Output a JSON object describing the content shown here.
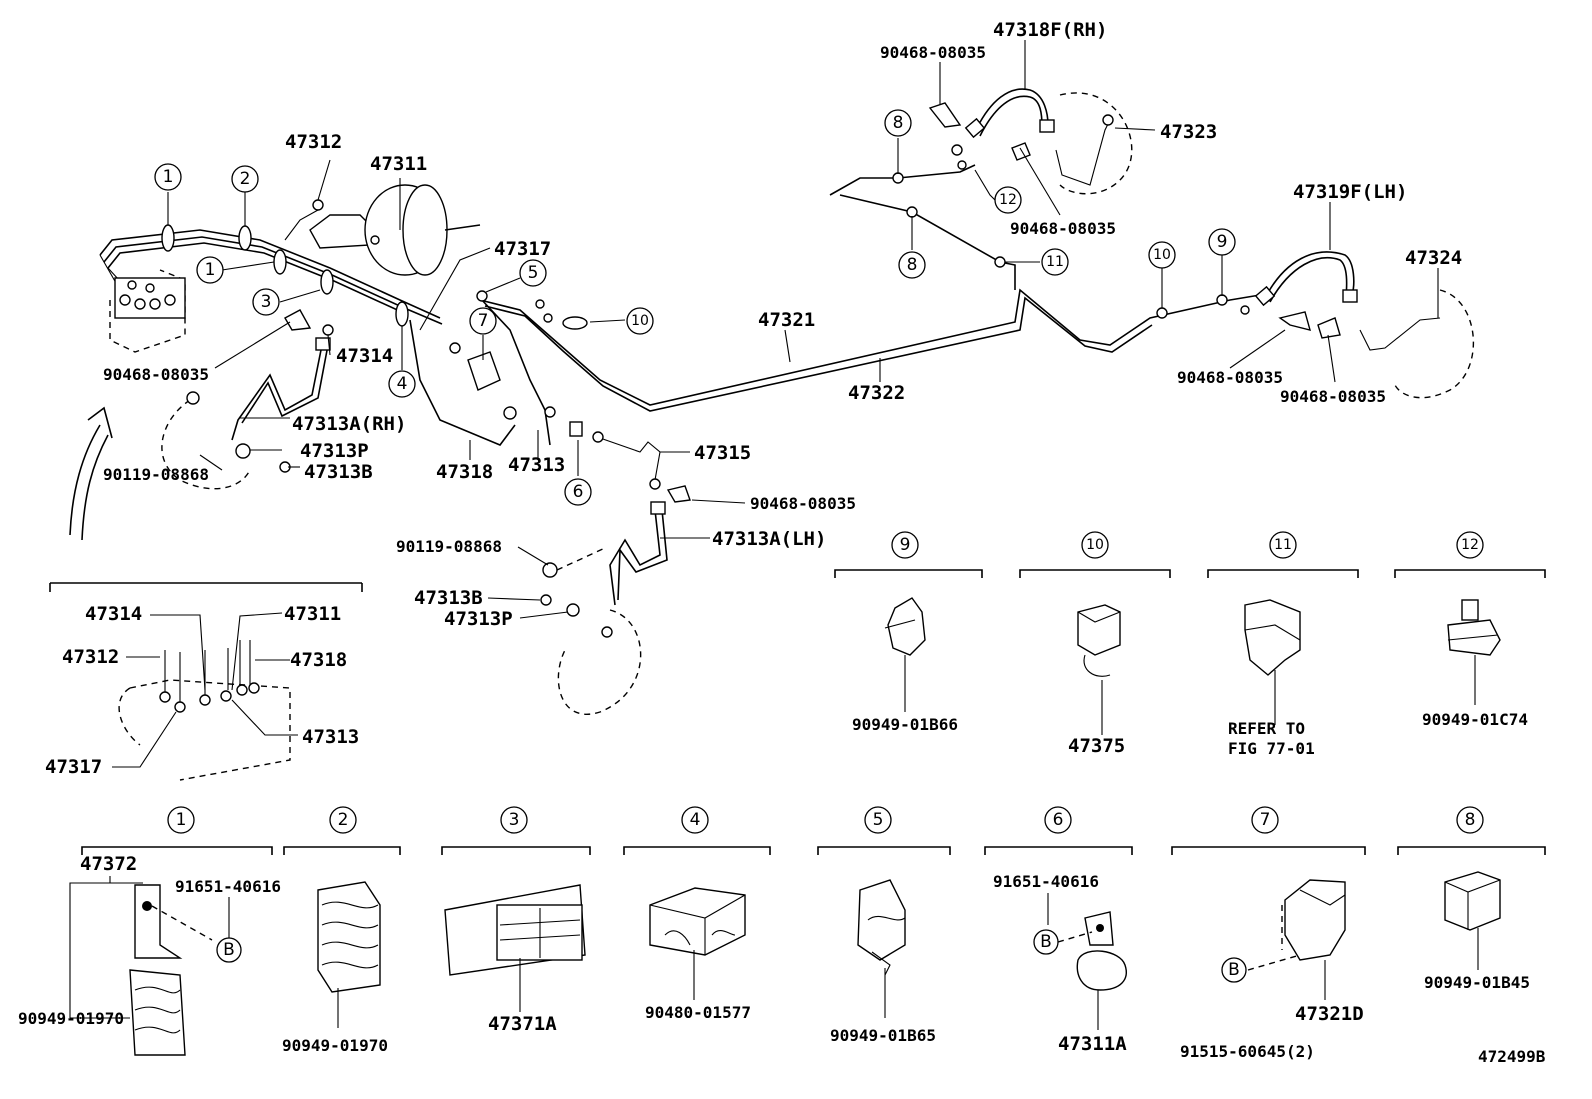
{
  "diagram_id": "472499B",
  "part_numbers": {
    "p47312": "47312",
    "p47311": "47311",
    "p47317": "47317",
    "p47314": "47314",
    "p90468_a": "90468-08035",
    "p47313A_rh": "47313A(RH)",
    "p47313P_a": "47313P",
    "p47313B_a": "47313B",
    "p90119_a": "90119-08868",
    "p47318": "47318",
    "p47313": "47313",
    "p47315": "47315",
    "p90468_b": "90468-08035",
    "p47313A_lh": "47313A(LH)",
    "p90119_b": "90119-08868",
    "p47313B_b": "47313B",
    "p47313P_b": "47313P",
    "p47321": "47321",
    "p47322": "47322",
    "p47318F": "47318F(RH)",
    "p90468_c": "90468-08035",
    "p47323": "47323",
    "p90468_d": "90468-08035",
    "p47319F": "47319F(LH)",
    "p47324": "47324",
    "p90468_e": "90468-08035",
    "p90468_f": "90468-08035"
  },
  "inset": {
    "p47314": "47314",
    "p47311": "47311",
    "p47312": "47312",
    "p47318": "47318",
    "p47313": "47313",
    "p47317": "47317"
  },
  "callout_numbers": [
    "1",
    "2",
    "3",
    "4",
    "5",
    "6",
    "7",
    "8",
    "9",
    "10",
    "11",
    "12"
  ],
  "details": {
    "d1": {
      "num": "1",
      "a": "47372",
      "b": "91651-40616",
      "c": "90949-01970",
      "ref": "B"
    },
    "d2": {
      "num": "2",
      "a": "90949-01970"
    },
    "d3": {
      "num": "3",
      "a": "47371A"
    },
    "d4": {
      "num": "4",
      "a": "90480-01577"
    },
    "d5": {
      "num": "5",
      "a": "90949-01B65"
    },
    "d6": {
      "num": "6",
      "a": "91651-40616",
      "b": "47311A",
      "ref": "B"
    },
    "d7": {
      "num": "7",
      "a": "47321D",
      "b": "91515-60645(2)",
      "ref": "B"
    },
    "d8": {
      "num": "8",
      "a": "90949-01B45"
    },
    "d9": {
      "num": "9",
      "a": "90949-01B66"
    },
    "d10": {
      "num": "10",
      "a": "47375"
    },
    "d11": {
      "num": "11",
      "a": "REFER TO",
      "b": "FIG 77-01"
    },
    "d12": {
      "num": "12",
      "a": "90949-01C74"
    }
  }
}
